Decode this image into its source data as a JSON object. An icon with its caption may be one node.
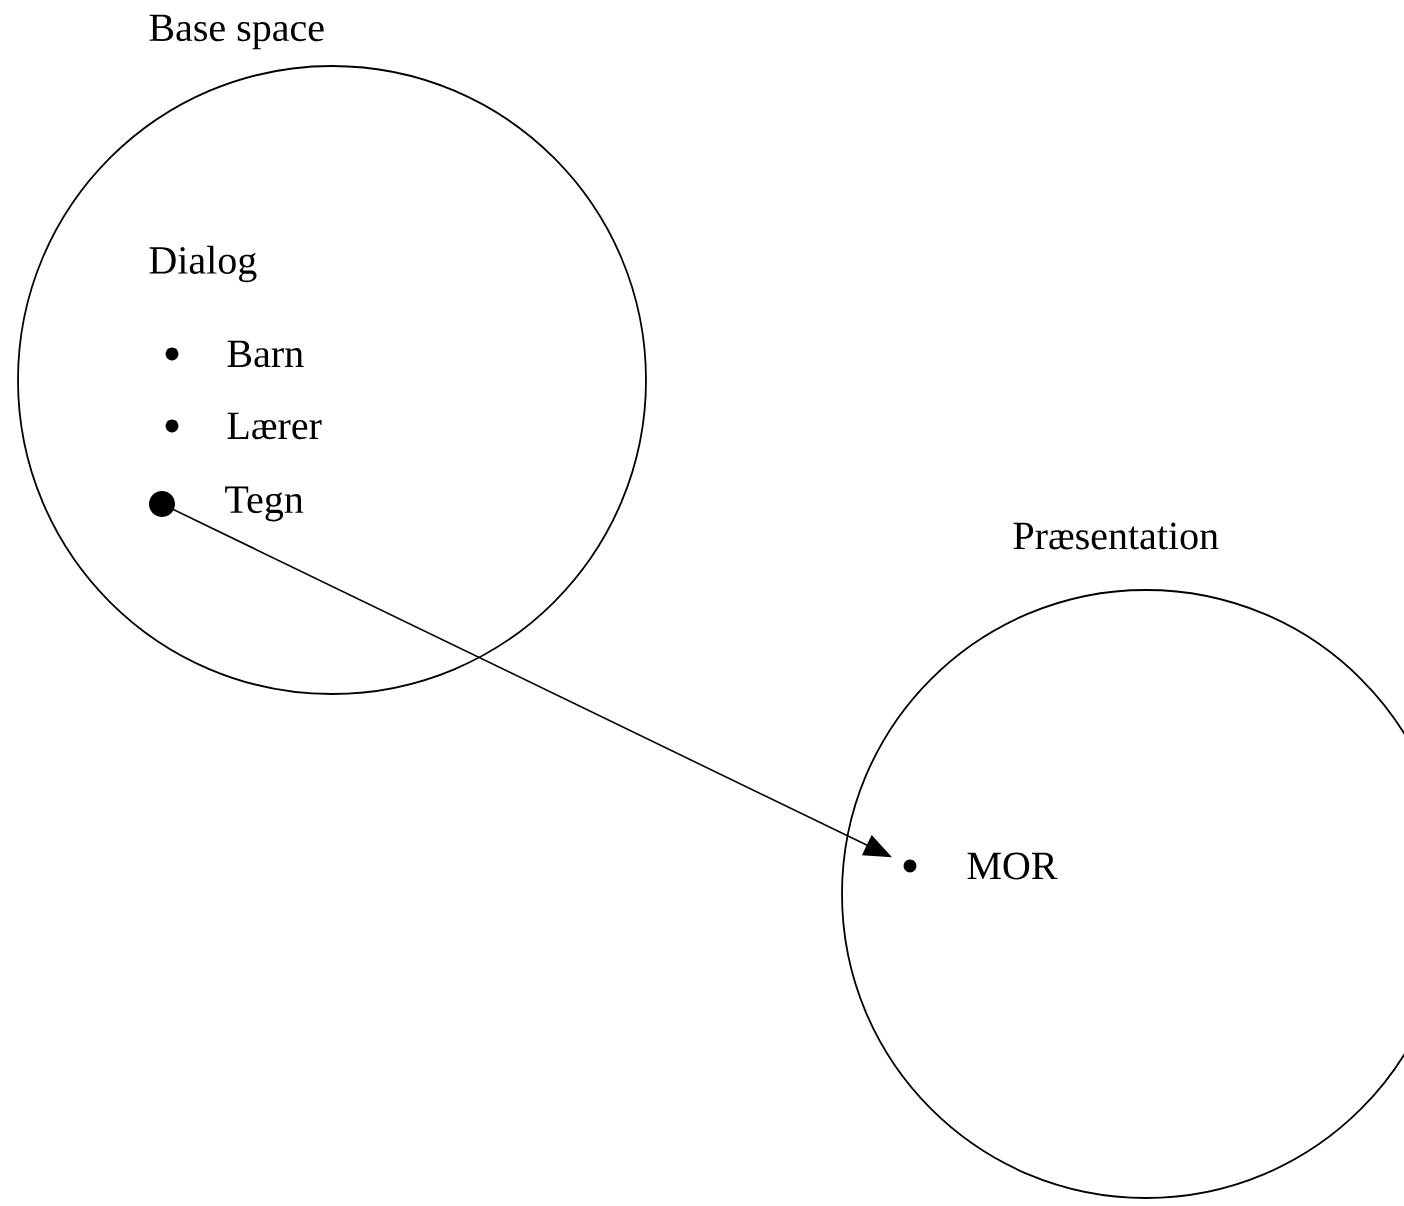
{
  "diagram": {
    "nodes": [
      {
        "text": [
          "Base space",
          "Dialog",
          "Barn",
          "Lærer"
        ]
      },
      {
        "text": [
          "Tegn"
        ],
        "in": 0
      },
      {
        "text": [
          "Præsentation"
        ]
      },
      {
        "text": [
          "MOR"
        ],
        "in": 2
      }
    ],
    "edges": [
      {
        "from": 1,
        "to": 3,
        "arrow": "to"
      }
    ]
  }
}
